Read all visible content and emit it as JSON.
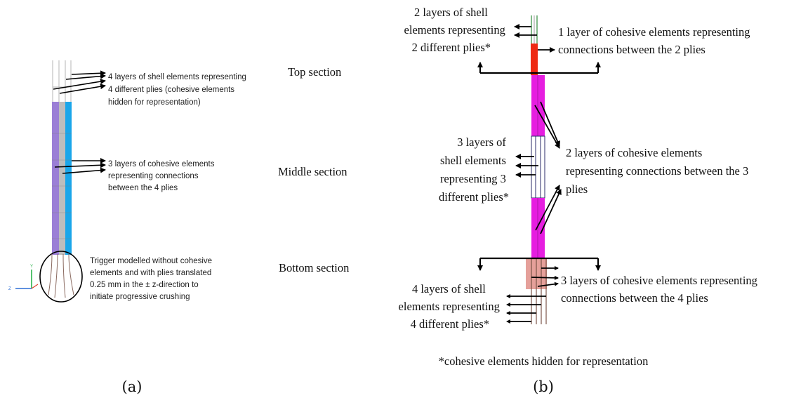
{
  "colors": {
    "purple": "#9b7fd6",
    "grey": "#bdbdbd",
    "blue": "#1aa6ea",
    "red": "#ee2a12",
    "magenta": "#e61ee0",
    "salmon": "#e5a09a",
    "green": "#2e8b3a",
    "brown": "#7a5548"
  },
  "panel_a": {
    "caption": "(a)",
    "shell_note": [
      "4 layers of shell elements representing",
      "4 different plies (cohesive elements",
      "hidden for representation)"
    ],
    "cohesive_note": [
      "3 layers of cohesive elements",
      "representing connections",
      "between the 4 plies"
    ],
    "trigger_note": [
      "Trigger modelled without cohesive",
      "elements and with plies translated",
      "0.25 mm in the ± z-direction to",
      "initiate progressive crushing"
    ],
    "axes": {
      "y": "Y",
      "z": "Z"
    }
  },
  "panel_b": {
    "caption": "(b)",
    "sections": {
      "top": "Top section",
      "middle": "Middle section",
      "bottom": "Bottom section"
    },
    "top_shell_note": [
      "2 layers of shell",
      "elements representing",
      "2 different plies*"
    ],
    "top_cohesive_note": [
      "1 layer of cohesive elements representing",
      "connections between the 2 plies"
    ],
    "mid_shell_note": [
      "3 layers of",
      "shell elements",
      "representing 3",
      "different plies*"
    ],
    "mid_cohesive_note": [
      "2 layers of cohesive elements",
      "representing connections between the 3",
      "plies"
    ],
    "bot_shell_note": [
      "4 layers of shell",
      "elements representing",
      "4 different plies*"
    ],
    "bot_cohesive_note": [
      "3 layers of cohesive elements representing",
      "connections between the 4 plies"
    ],
    "footnote": "*cohesive elements hidden for representation"
  }
}
